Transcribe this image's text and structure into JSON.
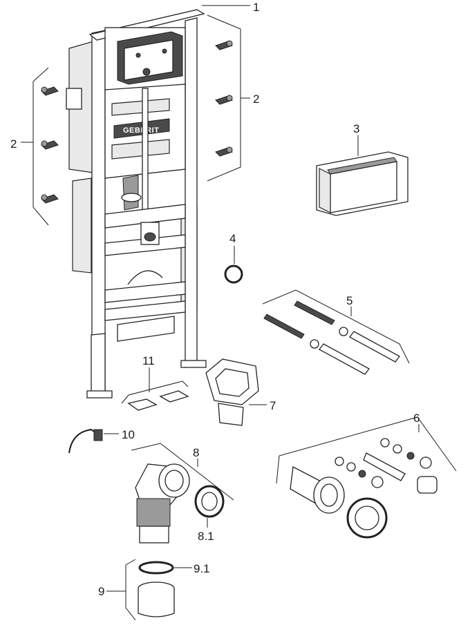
{
  "diagram": {
    "brand_logo": "GEBERIT",
    "callouts": [
      {
        "id": "c1",
        "label": "1"
      },
      {
        "id": "c2a",
        "label": "2"
      },
      {
        "id": "c2b",
        "label": "2"
      },
      {
        "id": "c3",
        "label": "3"
      },
      {
        "id": "c4",
        "label": "4"
      },
      {
        "id": "c5",
        "label": "5"
      },
      {
        "id": "c6",
        "label": "6"
      },
      {
        "id": "c7",
        "label": "7"
      },
      {
        "id": "c8",
        "label": "8"
      },
      {
        "id": "c8_1",
        "label": "8.1"
      },
      {
        "id": "c9",
        "label": "9"
      },
      {
        "id": "c9_1",
        "label": "9.1"
      },
      {
        "id": "c10",
        "label": "10"
      },
      {
        "id": "c11",
        "label": "11"
      }
    ]
  }
}
